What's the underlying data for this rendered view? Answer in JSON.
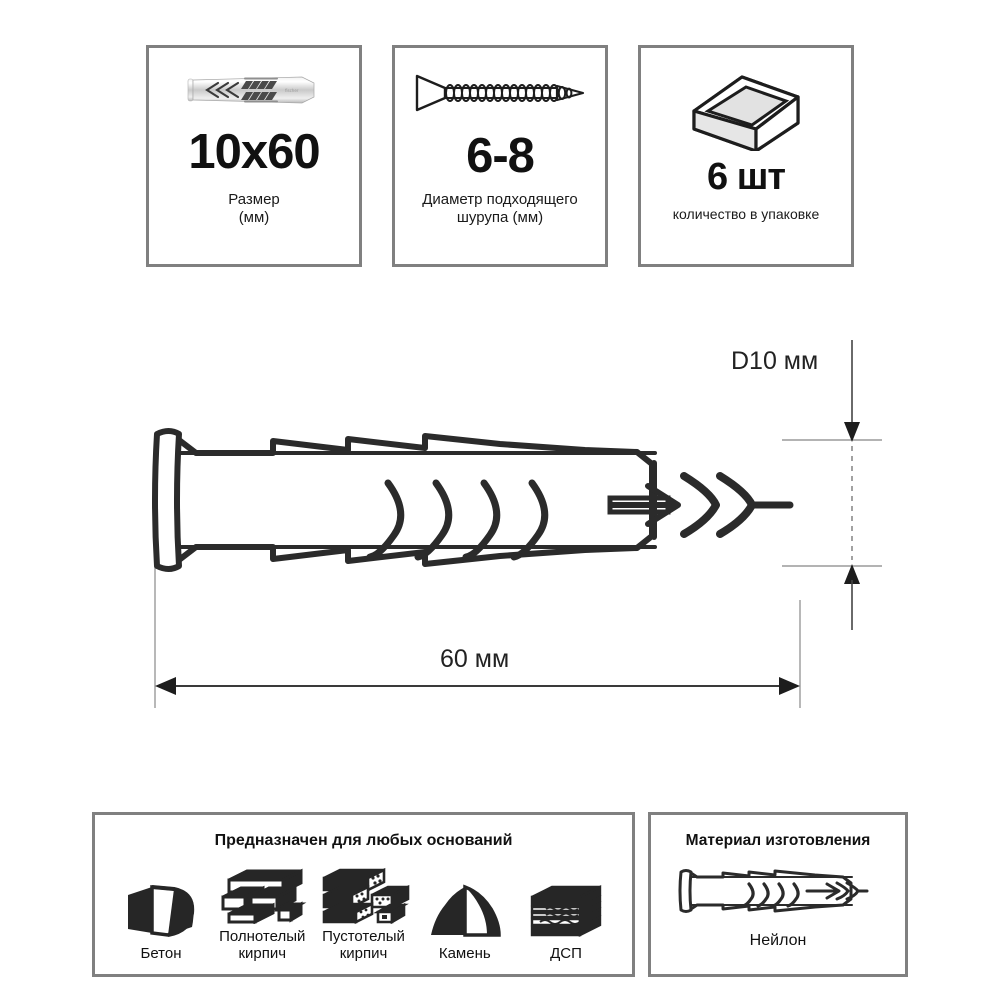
{
  "spec_cards": [
    {
      "id": "size",
      "icon": "anchor-photo-icon",
      "value": "10x60",
      "caption": "Размер\n(мм)",
      "caption_line1": "Размер",
      "caption_line2": "(мм)"
    },
    {
      "id": "screw",
      "icon": "screw-icon",
      "value": "6-8",
      "caption_line1": "Диаметр подходящего",
      "caption_line2": "шурупа (мм)"
    },
    {
      "id": "quantity",
      "icon": "box-icon",
      "value": "6 шт",
      "caption_line1": "количество в упаковке",
      "caption_line2": ""
    }
  ],
  "drawing": {
    "diameter_label": "D10 мм",
    "length_label": "60 мм",
    "product_icon": "wall-anchor-dowel-icon"
  },
  "bases_panel": {
    "title": "Предназначен для любых оснований",
    "items": [
      {
        "icon": "concrete-icon",
        "label_line1": "Бетон",
        "label_line2": ""
      },
      {
        "icon": "solid-brick-icon",
        "label_line1": "Полнотелый",
        "label_line2": "кирпич"
      },
      {
        "icon": "hollow-brick-icon",
        "label_line1": "Пустотелый",
        "label_line2": "кирпич"
      },
      {
        "icon": "stone-icon",
        "label_line1": "Камень",
        "label_line2": ""
      },
      {
        "icon": "chipboard-icon",
        "label_line1": "ДСП",
        "label_line2": ""
      }
    ]
  },
  "material_panel": {
    "title": "Материал изготовления",
    "icon": "wall-anchor-dowel-icon",
    "label": "Нейлон"
  },
  "colors": {
    "border": "#808080",
    "text": "#111111",
    "line": "#2b2b2b",
    "dim_line": "#555555",
    "icon_fill": "#262626"
  }
}
